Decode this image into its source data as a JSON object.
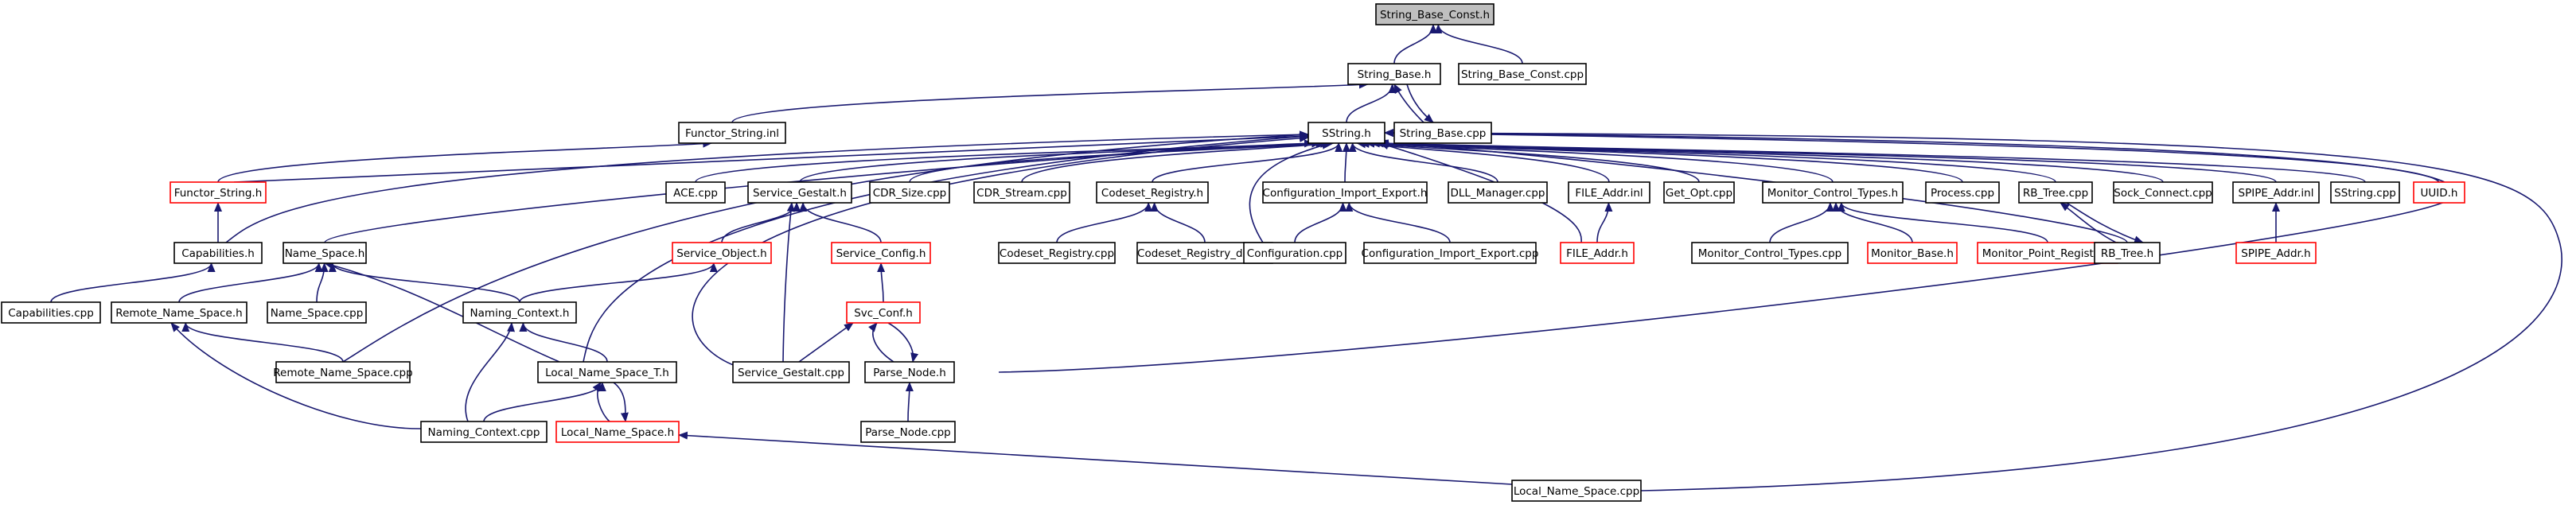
{
  "colors": {
    "edge": "#191970",
    "node_border": "#000000",
    "node_border_incomplete": "#ff0000",
    "root_fill": "#bfbfbf",
    "node_fill": "#ffffff"
  },
  "graph": {
    "nodes": [
      {
        "id": "sbc_h",
        "label": "String_Base_Const.h",
        "root": true
      },
      {
        "id": "sb_h",
        "label": "String_Base.h"
      },
      {
        "id": "sbc_cpp",
        "label": "String_Base_Const.cpp"
      },
      {
        "id": "fs_inl",
        "label": "Functor_String.inl"
      },
      {
        "id": "sstring_h",
        "label": "SString.h"
      },
      {
        "id": "sb_cpp",
        "label": "String_Base.cpp"
      },
      {
        "id": "fs_h",
        "label": "Functor_String.h",
        "incomplete": true
      },
      {
        "id": "ace_cpp",
        "label": "ACE.cpp"
      },
      {
        "id": "sg_h",
        "label": "Service_Gestalt.h"
      },
      {
        "id": "cdrsize",
        "label": "CDR_Size.cpp"
      },
      {
        "id": "cdrstream",
        "label": "CDR_Stream.cpp"
      },
      {
        "id": "codreg_h",
        "label": "Codeset_Registry.h"
      },
      {
        "id": "cie_h",
        "label": "Configuration_Import_Export.h"
      },
      {
        "id": "dll",
        "label": "DLL_Manager.cpp"
      },
      {
        "id": "fa_inl",
        "label": "FILE_Addr.inl"
      },
      {
        "id": "getopt",
        "label": "Get_Opt.cpp"
      },
      {
        "id": "mct_h",
        "label": "Monitor_Control_Types.h"
      },
      {
        "id": "process",
        "label": "Process.cpp"
      },
      {
        "id": "rbt_cpp",
        "label": "RB_Tree.cpp"
      },
      {
        "id": "sockconn",
        "label": "Sock_Connect.cpp"
      },
      {
        "id": "spipe_inl",
        "label": "SPIPE_Addr.inl"
      },
      {
        "id": "sstring_cpp",
        "label": "SString.cpp"
      },
      {
        "id": "uuid_h",
        "label": "UUID.h",
        "incomplete": true
      },
      {
        "id": "cap_h",
        "label": "Capabilities.h"
      },
      {
        "id": "ns_h",
        "label": "Name_Space.h"
      },
      {
        "id": "so_h",
        "label": "Service_Object.h",
        "incomplete": true
      },
      {
        "id": "sc_h",
        "label": "Service_Config.h",
        "incomplete": true
      },
      {
        "id": "codreg_cpp",
        "label": "Codeset_Registry.cpp"
      },
      {
        "id": "codregdb",
        "label": "Codeset_Registry_db.cpp"
      },
      {
        "id": "conf_cpp",
        "label": "Configuration.cpp"
      },
      {
        "id": "cie_cpp",
        "label": "Configuration_Import_Export.cpp"
      },
      {
        "id": "fa_h",
        "label": "FILE_Addr.h",
        "incomplete": true
      },
      {
        "id": "mct_cpp",
        "label": "Monitor_Control_Types.cpp"
      },
      {
        "id": "mb_h",
        "label": "Monitor_Base.h",
        "incomplete": true
      },
      {
        "id": "mpr_h",
        "label": "Monitor_Point_Registry.h",
        "incomplete": true
      },
      {
        "id": "rbt_h",
        "label": "RB_Tree.h"
      },
      {
        "id": "spipe_h",
        "label": "SPIPE_Addr.h",
        "incomplete": true
      },
      {
        "id": "cap_cpp",
        "label": "Capabilities.cpp"
      },
      {
        "id": "rns_h",
        "label": "Remote_Name_Space.h"
      },
      {
        "id": "ns_cpp",
        "label": "Name_Space.cpp"
      },
      {
        "id": "nc_h",
        "label": "Naming_Context.h"
      },
      {
        "id": "svcconf_h",
        "label": "Svc_Conf.h",
        "incomplete": true
      },
      {
        "id": "rns_cpp",
        "label": "Remote_Name_Space.cpp"
      },
      {
        "id": "lnst_h",
        "label": "Local_Name_Space_T.h"
      },
      {
        "id": "sg_cpp",
        "label": "Service_Gestalt.cpp"
      },
      {
        "id": "pn_h",
        "label": "Parse_Node.h"
      },
      {
        "id": "nc_cpp",
        "label": "Naming_Context.cpp"
      },
      {
        "id": "lns_h",
        "label": "Local_Name_Space.h",
        "incomplete": true
      },
      {
        "id": "pn_cpp",
        "label": "Parse_Node.cpp"
      },
      {
        "id": "lns_cpp",
        "label": "Local_Name_Space.cpp"
      }
    ],
    "edges": [
      [
        "sb_h",
        "sbc_h"
      ],
      [
        "sbc_cpp",
        "sbc_h"
      ],
      [
        "sstring_h",
        "sb_h"
      ],
      [
        "sb_cpp",
        "sb_h"
      ],
      [
        "fs_inl",
        "sb_h"
      ],
      [
        "sb_h",
        "sb_cpp"
      ],
      [
        "fs_h",
        "fs_inl"
      ],
      [
        "sstring_cpp",
        "sstring_h"
      ],
      [
        "fs_h",
        "sstring_h"
      ],
      [
        "cap_h",
        "sstring_h"
      ],
      [
        "ns_h",
        "sstring_h"
      ],
      [
        "rns_cpp",
        "sstring_h"
      ],
      [
        "lnst_h",
        "sstring_h"
      ],
      [
        "sg_cpp",
        "sstring_h"
      ],
      [
        "ace_cpp",
        "sstring_h"
      ],
      [
        "sg_h",
        "sstring_h"
      ],
      [
        "cdrsize",
        "sstring_h"
      ],
      [
        "cdrstream",
        "sstring_h"
      ],
      [
        "codreg_h",
        "sstring_h"
      ],
      [
        "conf_cpp",
        "sstring_h"
      ],
      [
        "cie_h",
        "sstring_h"
      ],
      [
        "dll",
        "sstring_h"
      ],
      [
        "fa_inl",
        "sstring_h"
      ],
      [
        "fa_h",
        "sstring_h"
      ],
      [
        "getopt",
        "sstring_h"
      ],
      [
        "mct_h",
        "sstring_h"
      ],
      [
        "process",
        "sstring_h"
      ],
      [
        "rbt_cpp",
        "sstring_h"
      ],
      [
        "rbt_h",
        "sstring_h"
      ],
      [
        "sockconn",
        "sstring_h"
      ],
      [
        "spipe_inl",
        "sstring_h"
      ],
      [
        "uuid_h",
        "sstring_h"
      ],
      [
        "pn_h",
        "sstring_h"
      ],
      [
        "lns_cpp",
        "sstring_h"
      ],
      [
        "cap_h",
        "fs_h"
      ],
      [
        "cap_cpp",
        "cap_h"
      ],
      [
        "rns_h",
        "ns_h"
      ],
      [
        "ns_cpp",
        "ns_h"
      ],
      [
        "nc_h",
        "ns_h"
      ],
      [
        "lnst_h",
        "ns_h"
      ],
      [
        "so_h",
        "sg_h"
      ],
      [
        "sc_h",
        "sg_h"
      ],
      [
        "sg_cpp",
        "sg_h"
      ],
      [
        "codreg_cpp",
        "codreg_h"
      ],
      [
        "codregdb",
        "codreg_h"
      ],
      [
        "conf_cpp",
        "cie_h"
      ],
      [
        "cie_cpp",
        "cie_h"
      ],
      [
        "fa_h",
        "fa_inl"
      ],
      [
        "mct_cpp",
        "mct_h"
      ],
      [
        "mb_h",
        "mct_h"
      ],
      [
        "mpr_h",
        "mct_h"
      ],
      [
        "rbt_h",
        "rbt_cpp"
      ],
      [
        "rbt_cpp",
        "rbt_h"
      ],
      [
        "spipe_h",
        "spipe_inl"
      ],
      [
        "nc_h",
        "so_h"
      ],
      [
        "svcconf_h",
        "sc_h"
      ],
      [
        "rns_cpp",
        "rns_h"
      ],
      [
        "nc_cpp",
        "rns_h"
      ],
      [
        "lnst_h",
        "nc_h"
      ],
      [
        "nc_cpp",
        "nc_h"
      ],
      [
        "sg_cpp",
        "svcconf_h"
      ],
      [
        "pn_h",
        "svcconf_h"
      ],
      [
        "svcconf_h",
        "pn_h"
      ],
      [
        "pn_cpp",
        "pn_h"
      ],
      [
        "nc_cpp",
        "lnst_h"
      ],
      [
        "lns_h",
        "lnst_h"
      ],
      [
        "lnst_h",
        "lns_h"
      ],
      [
        "lns_cpp",
        "lns_h"
      ]
    ]
  }
}
